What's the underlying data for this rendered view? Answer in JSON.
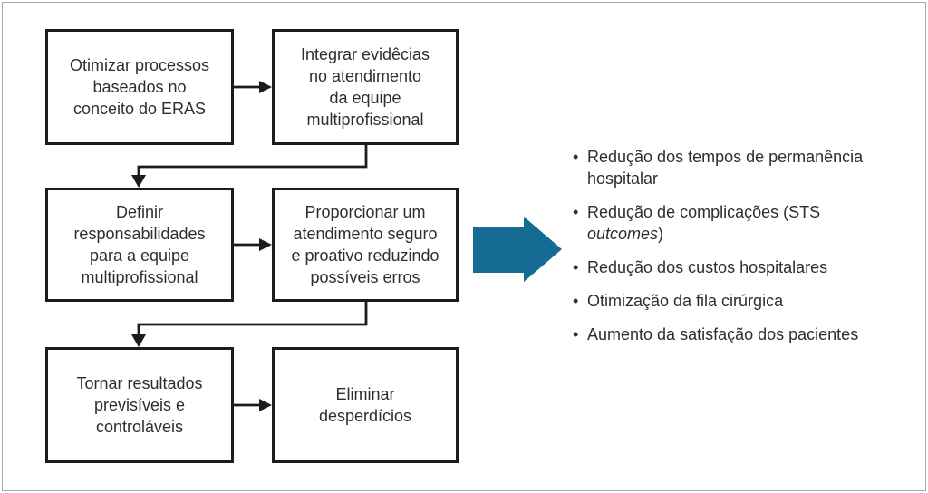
{
  "colors": {
    "arrow_blue": "#156b94",
    "line": "#1c1c1c",
    "frame_gray": "#a9a9a9",
    "text": "#2e2e2e"
  },
  "flowchart": {
    "boxes": [
      {
        "label": "Otimizar processos\nbaseados no\nconceito do ERAS"
      },
      {
        "label": "Integrar evidêcias\nno atendimento\nda equipe\nmultiprofissional"
      },
      {
        "label": "Definir\nresponsabilidades\npara a equipe\nmultiprofissional"
      },
      {
        "label": "Proporcionar um\natendimento seguro\ne proativo reduzindo\npossíveis erros"
      },
      {
        "label": "Tornar resultados\nprevisíveis e\ncontroláveis"
      },
      {
        "label": "Eliminar\ndesperdícios"
      }
    ]
  },
  "outcomes": {
    "bullet": "•",
    "items": [
      {
        "pre": "Redução dos tempos de permanência hospitalar",
        "italic": "",
        "post": ""
      },
      {
        "pre": "Redução de complicações (STS ",
        "italic": "outcomes",
        "post": ")"
      },
      {
        "pre": "Redução dos custos hospitalares",
        "italic": "",
        "post": ""
      },
      {
        "pre": "Otimização da fila cirúrgica",
        "italic": "",
        "post": ""
      },
      {
        "pre": "Aumento da satisfação dos pacientes",
        "italic": "",
        "post": ""
      }
    ]
  }
}
